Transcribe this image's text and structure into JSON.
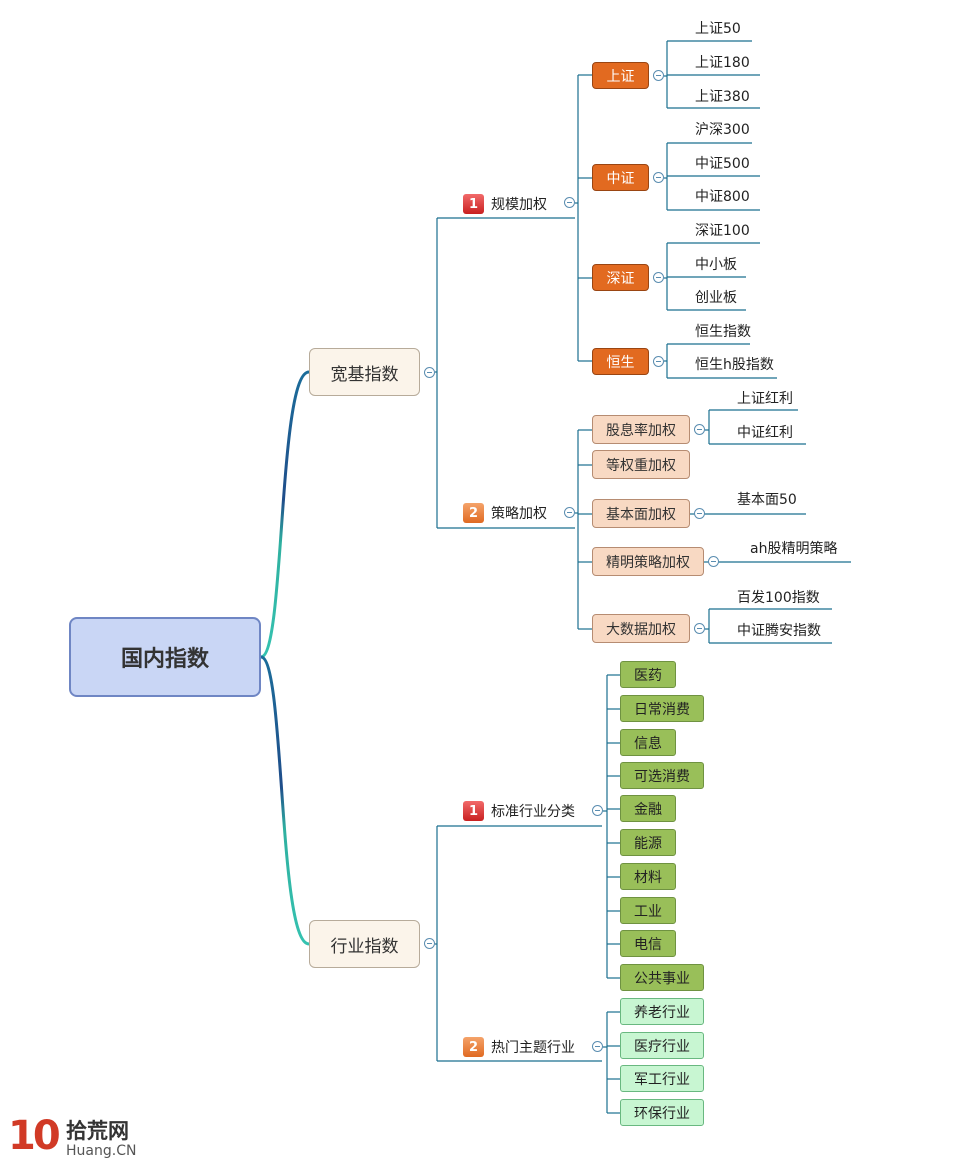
{
  "root": "国内指数",
  "branches": [
    {
      "label": "宽基指数",
      "children": [
        {
          "num": "1",
          "label": "规模加权",
          "children": [
            {
              "label": "上证",
              "children": [
                "上证50",
                "上证180",
                "上证380"
              ]
            },
            {
              "label": "中证",
              "children": [
                "沪深300",
                "中证500",
                "中证800"
              ]
            },
            {
              "label": "深证",
              "children": [
                "深证100",
                "中小板",
                "创业板"
              ]
            },
            {
              "label": "恒生",
              "children": [
                "恒生指数",
                "恒生h股指数"
              ]
            }
          ]
        },
        {
          "num": "2",
          "label": "策略加权",
          "children": [
            {
              "label": "股息率加权",
              "children": [
                "上证红利",
                "中证红利"
              ]
            },
            {
              "label": "等权重加权",
              "children": []
            },
            {
              "label": "基本面加权",
              "children": [
                "基本面50"
              ]
            },
            {
              "label": "精明策略加权",
              "children": [
                "ah股精明策略"
              ]
            },
            {
              "label": "大数据加权",
              "children": [
                "百发100指数",
                "中证腾安指数"
              ]
            }
          ]
        }
      ]
    },
    {
      "label": "行业指数",
      "children": [
        {
          "num": "1",
          "label": "标准行业分类",
          "children": [
            "医药",
            "日常消费",
            "信息",
            "可选消费",
            "金融",
            "能源",
            "材料",
            "工业",
            "电信",
            "公共事业"
          ]
        },
        {
          "num": "2",
          "label": "热门主题行业",
          "children": [
            "养老行业",
            "医疗行业",
            "军工行业",
            "环保行业"
          ]
        }
      ]
    }
  ],
  "watermark": {
    "number": "10",
    "name_cn": "拾荒网",
    "name_en": "Huang.CN"
  },
  "colors": {
    "root": "#c9d6f5",
    "main": "#fbf4ea",
    "index_box": "#e26a20",
    "strategy_box": "#f8d9c3",
    "industry_box": "#99bf59",
    "theme_box": "#c8f6d2",
    "connector": "#1b6f8f"
  }
}
